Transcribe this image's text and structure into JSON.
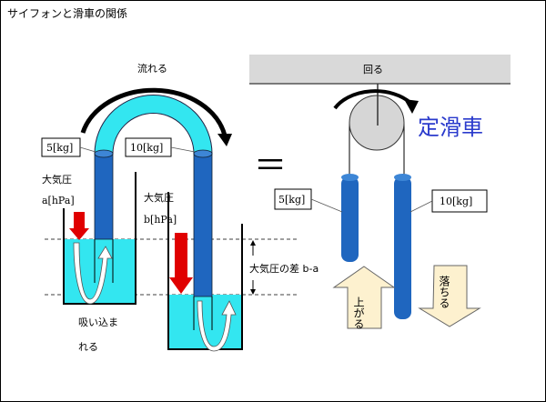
{
  "title": "サイフォンと滑車の関係",
  "siphon": {
    "flow_label": "流れる",
    "left_weight": "5[kg]",
    "right_weight": "10[kg]",
    "left_pressure_label": "大気圧",
    "left_pressure_unit": "a[hPa]",
    "right_pressure_label": "大気圧",
    "right_pressure_unit": "b[hPa]",
    "suction_line1": "吸い込ま",
    "suction_line2": "れる",
    "pressure_diff": "大気圧の差 b-a"
  },
  "equals": "＝",
  "pulley": {
    "rotate_label": "回る",
    "title": "定滑車",
    "left_weight": "5[kg]",
    "right_weight": "10[kg]",
    "up_label": "上がる",
    "down_label": "落ちる"
  },
  "colors": {
    "water": "#33e6f0",
    "column": "#1f66bf",
    "red": "#e00000",
    "beige": "#fdf1cf",
    "title_blue": "#2a3acc"
  }
}
